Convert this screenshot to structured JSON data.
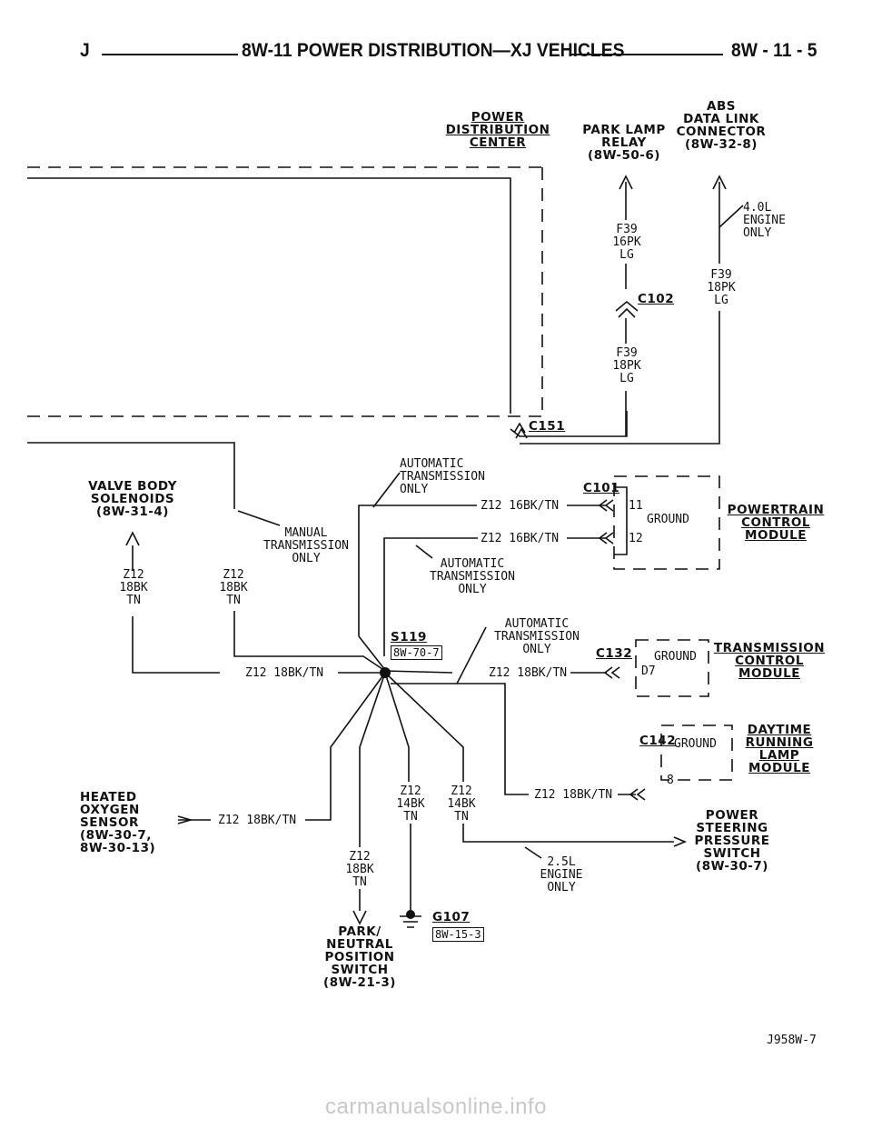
{
  "header": {
    "left": "J",
    "title": "8W-11 POWER DISTRIBUTION—XJ VEHICLES",
    "page": "8W - 11 - 5"
  },
  "components": {
    "pdc": "POWER\nDISTRIBUTION\nCENTER",
    "park_lamp_relay": "PARK LAMP\nRELAY\n(8W-50-6)",
    "abs_connector": "ABS\nDATA LINK\nCONNECTOR\n(8W-32-8)",
    "valve_body": "VALVE BODY\nSOLENOIDS\n(8W-31-4)",
    "pcm": "POWERTRAIN\nCONTROL\nMODULE",
    "tcm": "TRANSMISSION\nCONTROL\nMODULE",
    "drl": "DAYTIME\nRUNNING\nLAMP\nMODULE",
    "o2_sensor": "HEATED\nOXYGEN\nSENSOR\n(8W-30-7,\n8W-30-13)",
    "ps_switch": "POWER\nSTEERING\nPRESSURE\nSWITCH\n(8W-30-7)",
    "pnp_switch": "PARK/\nNEUTRAL\nPOSITION\nSWITCH\n(8W-21-3)"
  },
  "notes": {
    "engine_40": "4.0L\nENGINE\nONLY",
    "manual_trans": "MANUAL\nTRANSMISSION\nONLY",
    "auto_trans_a": "AUTOMATIC\nTRANSMISSION\nONLY",
    "auto_trans_b": "AUTOMATIC\nTRANSMISSION\nONLY",
    "auto_trans_c": "AUTOMATIC\nTRANSMISSION\nONLY",
    "engine_25": "2.5L\nENGINE\nONLY"
  },
  "wires": {
    "f39_16pk": "F39\n16PK\nLG",
    "f39_18pk_a": "F39\n18PK\nLG",
    "f39_18pk_b": "F39\n18PK\nLG",
    "z12_vb": "Z12\n18BK\nTN",
    "z12_man": "Z12\n18BK\nTN",
    "z12_pcm_11": "Z12 16BK/TN",
    "z12_pcm_12": "Z12 16BK/TN",
    "z12_main": "Z12 18BK/TN",
    "z12_tcm": "Z12 18BK/TN",
    "z12_drl": "Z12 18BK/TN",
    "z12_o2": "Z12 18BK/TN",
    "z12_g107": "Z12\n14BK\nTN",
    "z12_ps": "Z12\n14BK\nTN",
    "z12_pnp": "Z12\n18BK\nTN"
  },
  "connectors": {
    "c102": "C102",
    "c151": "C151",
    "c101": "C101",
    "c132": "C132",
    "c142": "C142",
    "pin_11": "11",
    "pin_12": "12",
    "pin_d7": "D7",
    "pin_8": "8",
    "ground": "GROUND"
  },
  "splice": {
    "id": "S119",
    "ref": "8W-70-7"
  },
  "ground_point": {
    "id": "G107",
    "ref": "8W-15-3"
  },
  "figure_id": "J958W-7",
  "watermark": "carmanualsonline.info"
}
